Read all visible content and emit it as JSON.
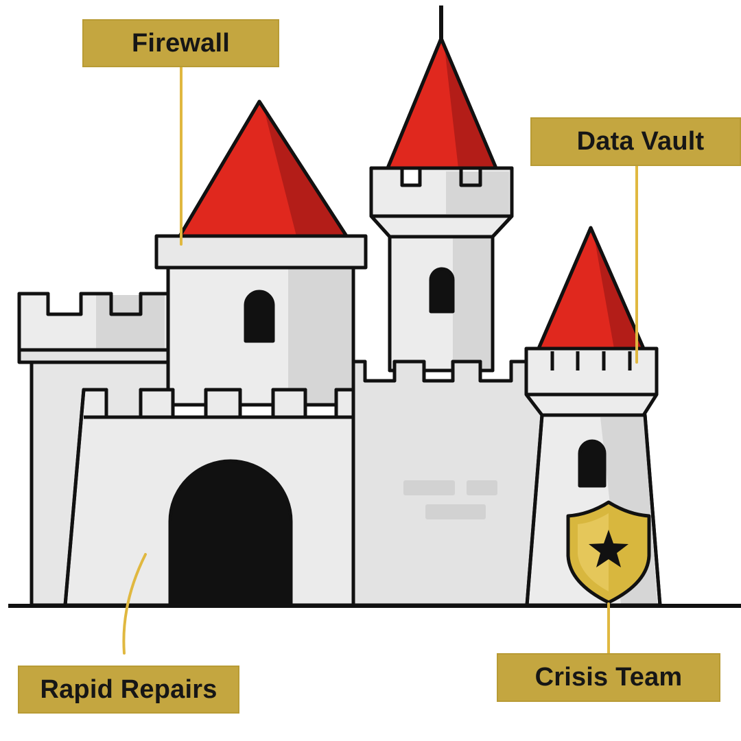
{
  "labels": {
    "firewall": "Firewall",
    "data_vault": "Data Vault",
    "rapid_repairs": "Rapid Repairs",
    "crisis_team": "Crisis Team"
  },
  "colors": {
    "label_bg": "#c4a640",
    "leader_line": "#e0b840",
    "roof_red": "#e0281e",
    "roof_shade": "#b31d18",
    "wall_light": "#ececec",
    "wall_mid": "#d6d6d6",
    "outline": "#111111",
    "shield_gold": "#d8b73e"
  }
}
